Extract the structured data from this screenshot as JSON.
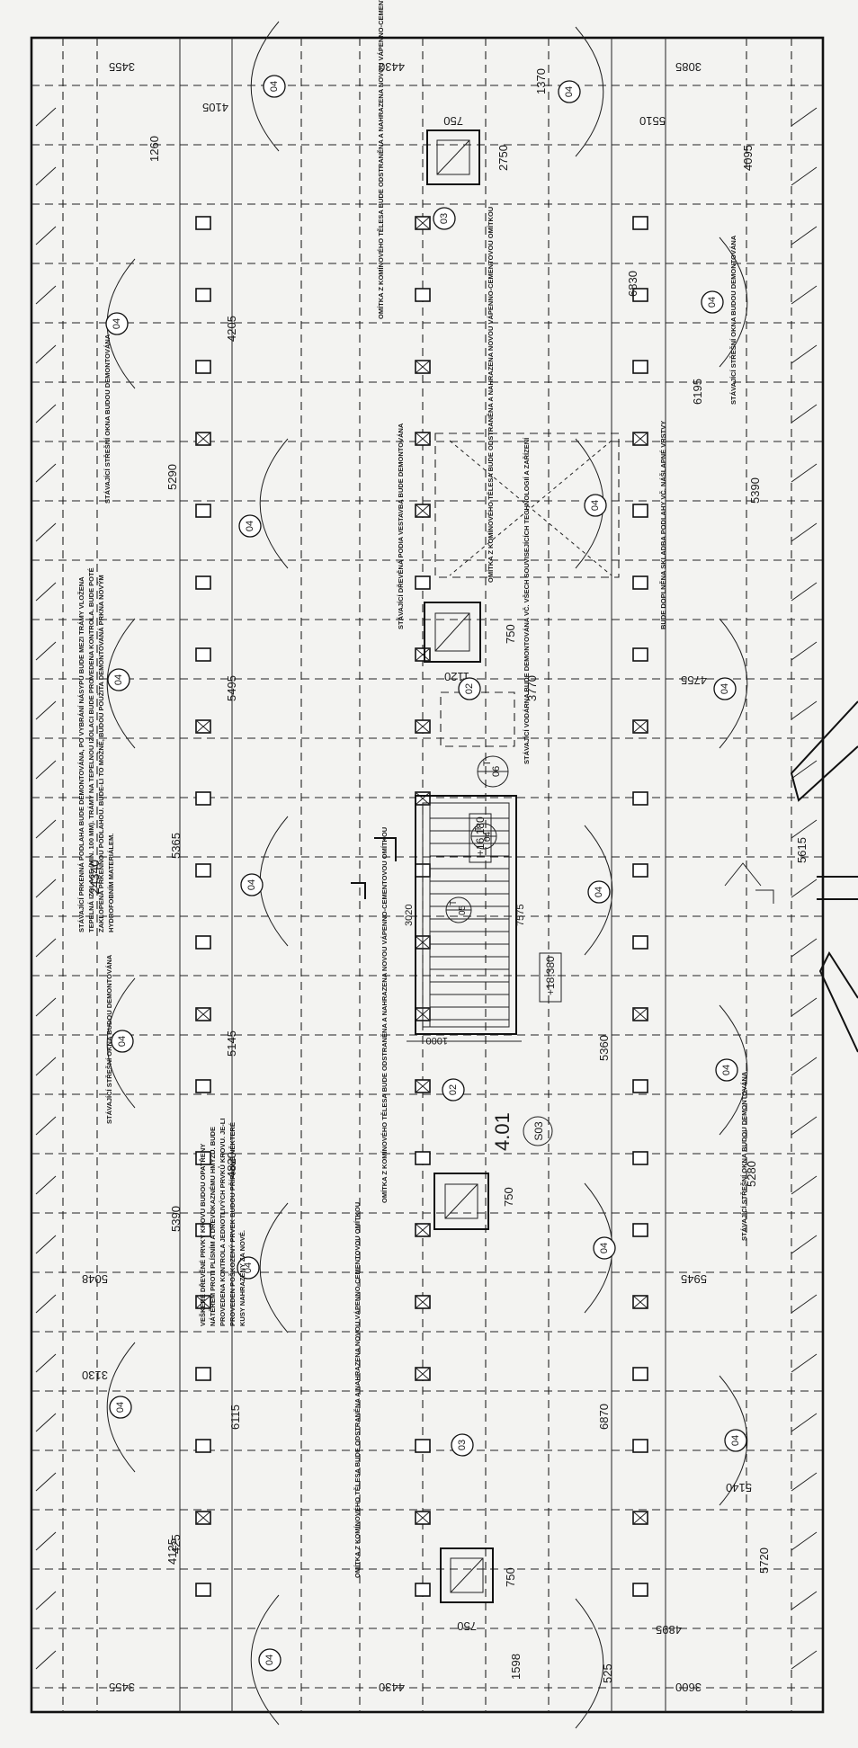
{
  "plan": {
    "room_number": "4.01",
    "room_code": "S03",
    "levels": {
      "upper": "+16,180",
      "lower": "+18,380"
    },
    "overall_dimension": "24340",
    "stair": {
      "tag_top": "T",
      "tag_bottom": "06",
      "tag2_top": "T",
      "tag2_bottom": "04",
      "tag3_top": "T",
      "tag3_bottom": "05",
      "run": "3020",
      "run2": "7575",
      "width": "1000"
    }
  },
  "dims": {
    "left_top_edge": "3455",
    "left_bottom_edge": "3455",
    "left_bays": [
      "5290",
      "5495",
      "5365",
      "5145",
      "5390",
      "5048",
      "3130",
      "6115",
      "4125"
    ],
    "center_top": "4430",
    "center_bottom": "4430",
    "center_small": [
      "750",
      "1370",
      "2750",
      "750",
      "1120",
      "750",
      "750",
      "750",
      "1598",
      "4205"
    ],
    "right_top_edge": "3085",
    "right_bottom_edge": "3600",
    "right_bays": [
      "6195",
      "5390",
      "4755",
      "5615",
      "5360",
      "5945",
      "6870",
      "5140",
      "4895",
      "5720"
    ],
    "misc": [
      "1260",
      "4095",
      "6830",
      "3770",
      "525",
      "425",
      "5510",
      "4105",
      "5280",
      "4820"
    ]
  },
  "tags": [
    "04",
    "04",
    "04",
    "04",
    "04",
    "04",
    "04",
    "04",
    "04",
    "04",
    "04",
    "04",
    "04",
    "04",
    "04",
    "04",
    "04",
    "03",
    "03",
    "02",
    "02"
  ],
  "notes": {
    "chimney_1": "OMÍTKA Z KOMÍNOVÉHO TĚLESA BUDE ODSTRANĚNA A NAHRAZENA NOVOU VÁPENNO-CEMENTOVOU OMÍTKOU",
    "chimney_2": "OMÍTKA Z KOMÍNOVÉHO TĚLESA BUDE ODSTRANĚNA A NAHRAZENA NOVOU VÁPENNO-CEMENTOVOU OMÍTKOU",
    "chimney_3": "OMÍTKA Z KOMÍNOVÉHO TĚLESA BUDE ODSTRANĚNA A NAHRAZENA NOVOU VÁPENNO-CEMENTOVOU OMÍTKOU",
    "chimney_4": "OMÍTKA Z KOMÍNOVÉHO TĚLESA BUDE ODSTRANĚNA A NAHRAZENA NOVOU VÁPENNO-CEMENTOVOU OMÍTKOU",
    "windows_1": "STÁVAJÍCÍ STŘEŠNÍ OKNA BUDOU DEMONTOVÁNA",
    "windows_2": "STÁVAJÍCÍ STŘEŠNÍ OKNA BUDOU DEMONTOVÁNA",
    "windows_3": "STÁVAJÍCÍ STŘEŠNÍ OKNA BUDOU DEMONTOVÁNA",
    "windows_4": "STÁVAJÍCÍ STŘEŠNÍ OKNA BUDOU DEMONTOVÁNA",
    "floor": "STÁVAJÍCÍ PRKENNÁ PODLAHA BUDE DEMONTOVÁNA, PO VYBRÁNÍ NÁSYPU BUDE MEZI TRÁMY VLOŽENA TEPELNÁ IZOLACE (MIN. 100 MM). TRÁMY NA TEPELNOU IZOLACI BUDE PROVEDENA KONTROLA. BUDE POTÉ ZAKLOPENÁ PRKENNOU PODLAHOU. BUDE-LI TO MOŽNÉ, BUDOU POUŽITA DEMONTOVANÁ PRKNA NOVÝM HYDROFOBNÍM MATERIÁLEM.",
    "beams": "VEŠKERÉ DŘEVĚNÉ PRVKY KROVU BUDOU OPATŘENY NÁTĚREM PROTI PLÍSNÍM A DŘEVOKAZNÉMU HMYZU. BUDE PROVEDENA KONTROLA JEDNOTLIVÝCH PRVKŮ KROVU. JE-LI PROVEDEN POŠKOZENÝ PRVEK BUDOU PŘÍPADNĚ NĚKTERÉ KUSY NAHRAZENY ZA NOVÉ.",
    "walkway": "STÁVAJÍCÍ DŘEVĚNÁ PODIA VESTAVBA BUDE DEMONTOVÁNA",
    "tank": "STÁVAJÍCÍ VODÁRNA BUDE DEMONTOVÁNA VČ. VŠECH SOUVISEJÍCÍCH TECHNOLOGIÍ A ZAŘÍZENÍ",
    "edge": "BUDE DOPLNĚNA SKLADBA PODLAHY VČ. NÁŠLAPNÉ VRSTVY"
  }
}
